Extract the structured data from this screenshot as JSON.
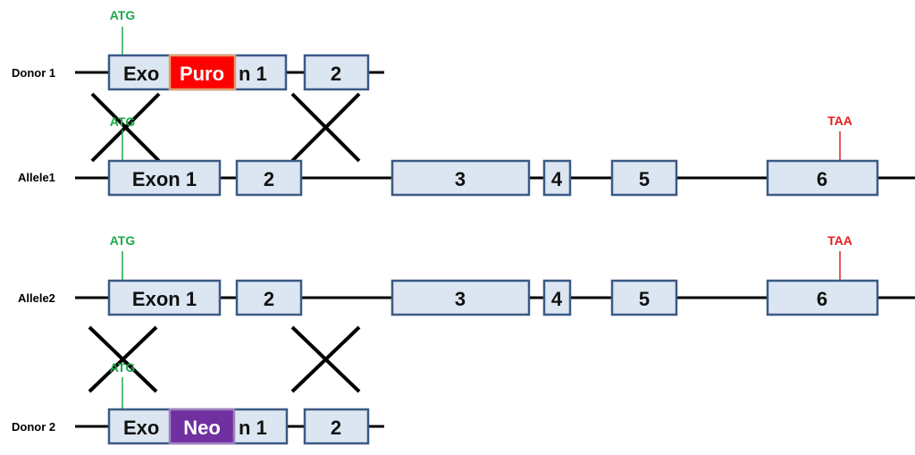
{
  "rows": {
    "donor1": "Donor 1",
    "allele1": "Allele1",
    "allele2": "Allele2",
    "donor2": "Donor 2"
  },
  "exons": {
    "exo": "Exo",
    "n1": "n 1",
    "exon1": "Exon 1",
    "e2": "2",
    "e3": "3",
    "e4": "4",
    "e5": "5",
    "e6": "6"
  },
  "markers": {
    "puro": "Puro",
    "neo": "Neo"
  },
  "codons": {
    "start": "ATG",
    "stop": "TAA"
  },
  "colors": {
    "start_codon": "#1fa84a",
    "stop_codon": "#e02020",
    "puro_fill": "#ff0000",
    "puro_stroke": "#e0a070",
    "neo_fill": "#7030a0",
    "neo_stroke": "#a080c0",
    "exon_fill": "#dce6f2",
    "exon_stroke": "#3b5a85"
  }
}
